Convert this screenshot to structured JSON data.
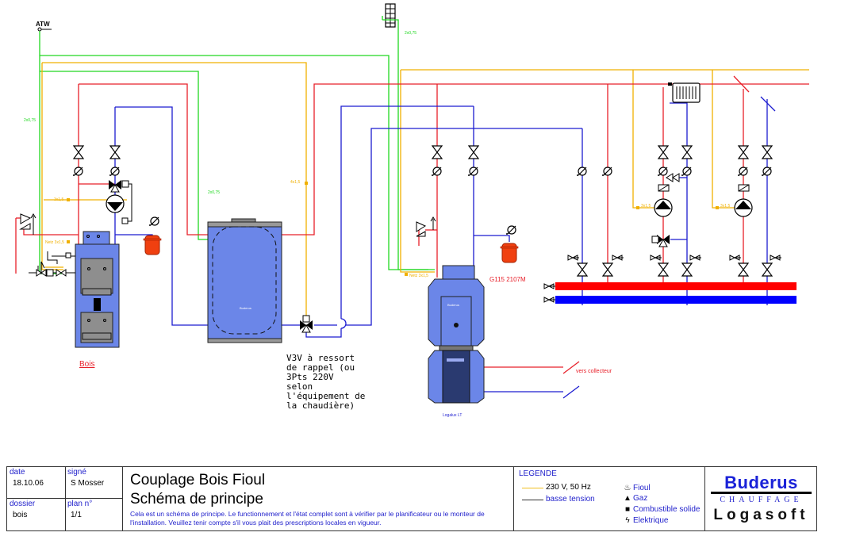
{
  "diagram": {
    "labels": {
      "atw": "ATW",
      "bois": "Bois",
      "v3v_note": [
        "V3V à ressort",
        "de rappel (ou",
        "3Pts 220V",
        "selon",
        "l'équipement de",
        "la chaudière)"
      ],
      "boiler_model": "G115 2107M",
      "tank_model": "Logalux LT",
      "vers_collecteur": "vers collecteur",
      "brand_on_units": "Buderus"
    },
    "cables": {
      "c1": "2x0,75",
      "c2": "3x1,5",
      "c3": "Netz 3x1,5",
      "c4": "2x0,75",
      "c5": "4x1,5",
      "c6": "2x0,75",
      "c7": "Netz 3x1,5",
      "c8": "3x1,5",
      "c9": "3x1,5"
    },
    "colors": {
      "supply": "#e8202a",
      "return": "#1c1cd0",
      "power_230v": "#f0b000",
      "low_voltage": "#20d820",
      "equipment": "#6b86e8",
      "expansion_vessel": "#f04010",
      "header_hot": "#ff0000",
      "header_cold": "#0000ff"
    }
  },
  "titleblock": {
    "date_label": "date",
    "date_value": "18.10.06",
    "signed_label": "signé",
    "signed_value": "S Mosser",
    "dossier_label": "dossier",
    "dossier_value": "bois",
    "plan_label": "plan n°",
    "plan_value": "1/1",
    "title": "Couplage Bois Fioul",
    "subtitle": "Schéma de principe",
    "description": "Cela est un schéma de principe. Le functionnement et l'état complet sont à vérifier par le planificateur ou le monteur de l'installation. Veuillez tenir compte s'il vous plait des prescriptions locales en vigueur.",
    "legend": {
      "title": "LEGENDE",
      "lines": [
        {
          "label": "230 V, 50 Hz",
          "color": "#f0c020"
        },
        {
          "label": "basse tension",
          "color": "#333333"
        }
      ],
      "symbols": [
        {
          "icon": "fioul-icon",
          "glyph": "♨",
          "label": "Fioul"
        },
        {
          "icon": "gaz-icon",
          "glyph": "▲",
          "label": "Gaz"
        },
        {
          "icon": "solid-fuel-icon",
          "glyph": "■",
          "label": "Combustible solide"
        },
        {
          "icon": "electric-icon",
          "glyph": "ϟ",
          "label": "Elektrique"
        }
      ]
    },
    "brand": {
      "name": "Buderus",
      "tagline": "CHAUFFAGE",
      "product": "Logasoft",
      "color": "#1a22d8"
    }
  }
}
